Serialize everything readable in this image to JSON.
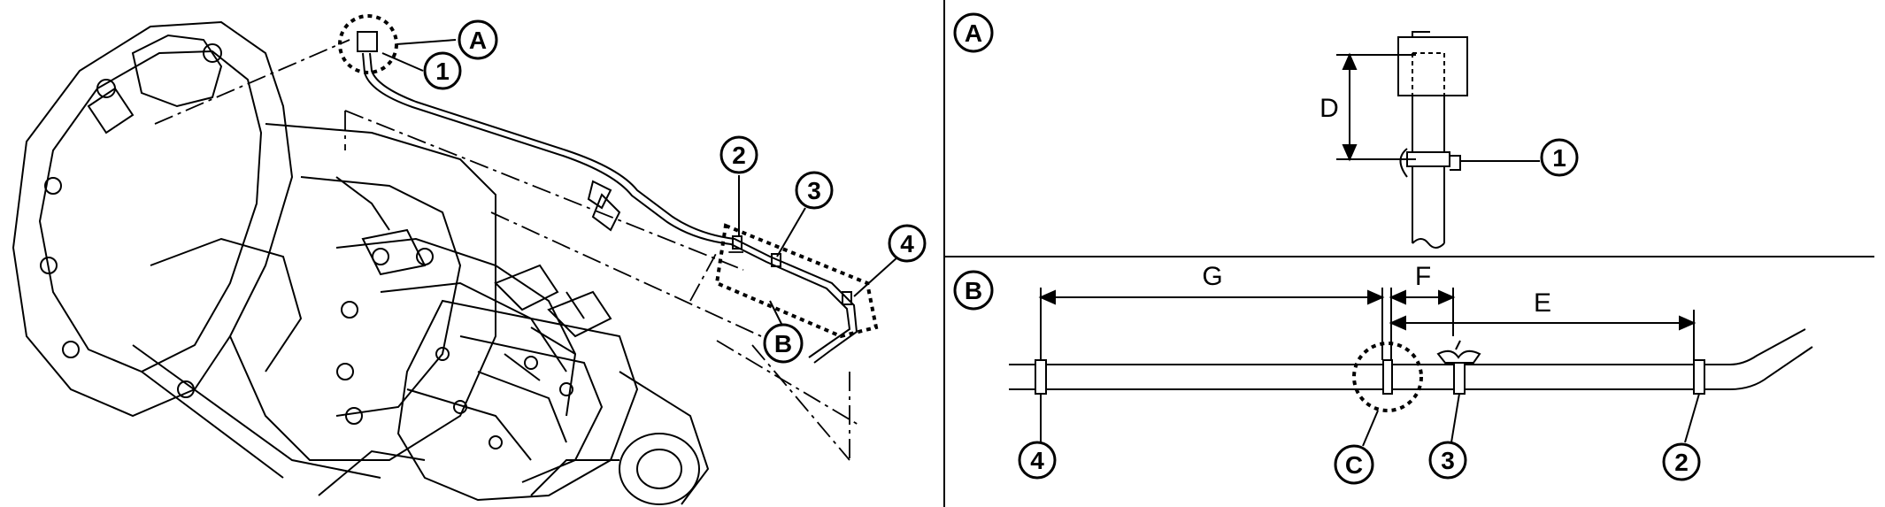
{
  "callouts": {
    "view_a": "A",
    "view_b": "B",
    "view_c": "C",
    "part_1": "1",
    "part_2": "2",
    "part_3": "3",
    "part_4": "4"
  },
  "dimensions": {
    "d": "D",
    "e": "E",
    "f": "F",
    "g": "G"
  },
  "colors": {
    "line": "#000000",
    "background": "#ffffff"
  }
}
